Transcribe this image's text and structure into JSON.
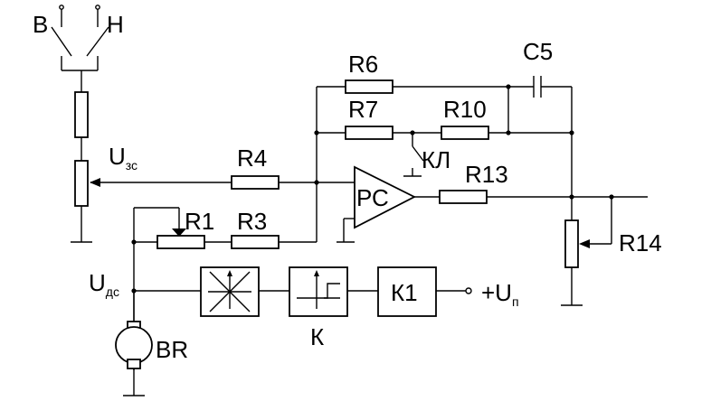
{
  "labels": {
    "switch_v": "В",
    "switch_n": "Н",
    "r1": "R1",
    "r3": "R3",
    "r4": "R4",
    "r6": "R6",
    "r7": "R7",
    "r10": "R10",
    "r13": "R13",
    "r14": "R14",
    "c5": "C5",
    "kl": "КЛ",
    "rs": "РС",
    "k_block": "К",
    "k1": "К1",
    "motor": "BR",
    "u_zs_main": "U",
    "u_zs_sub": "зс",
    "u_ds_main": "U",
    "u_ds_sub": "дс",
    "supply_prefix": "+U",
    "supply_sub": "п"
  }
}
